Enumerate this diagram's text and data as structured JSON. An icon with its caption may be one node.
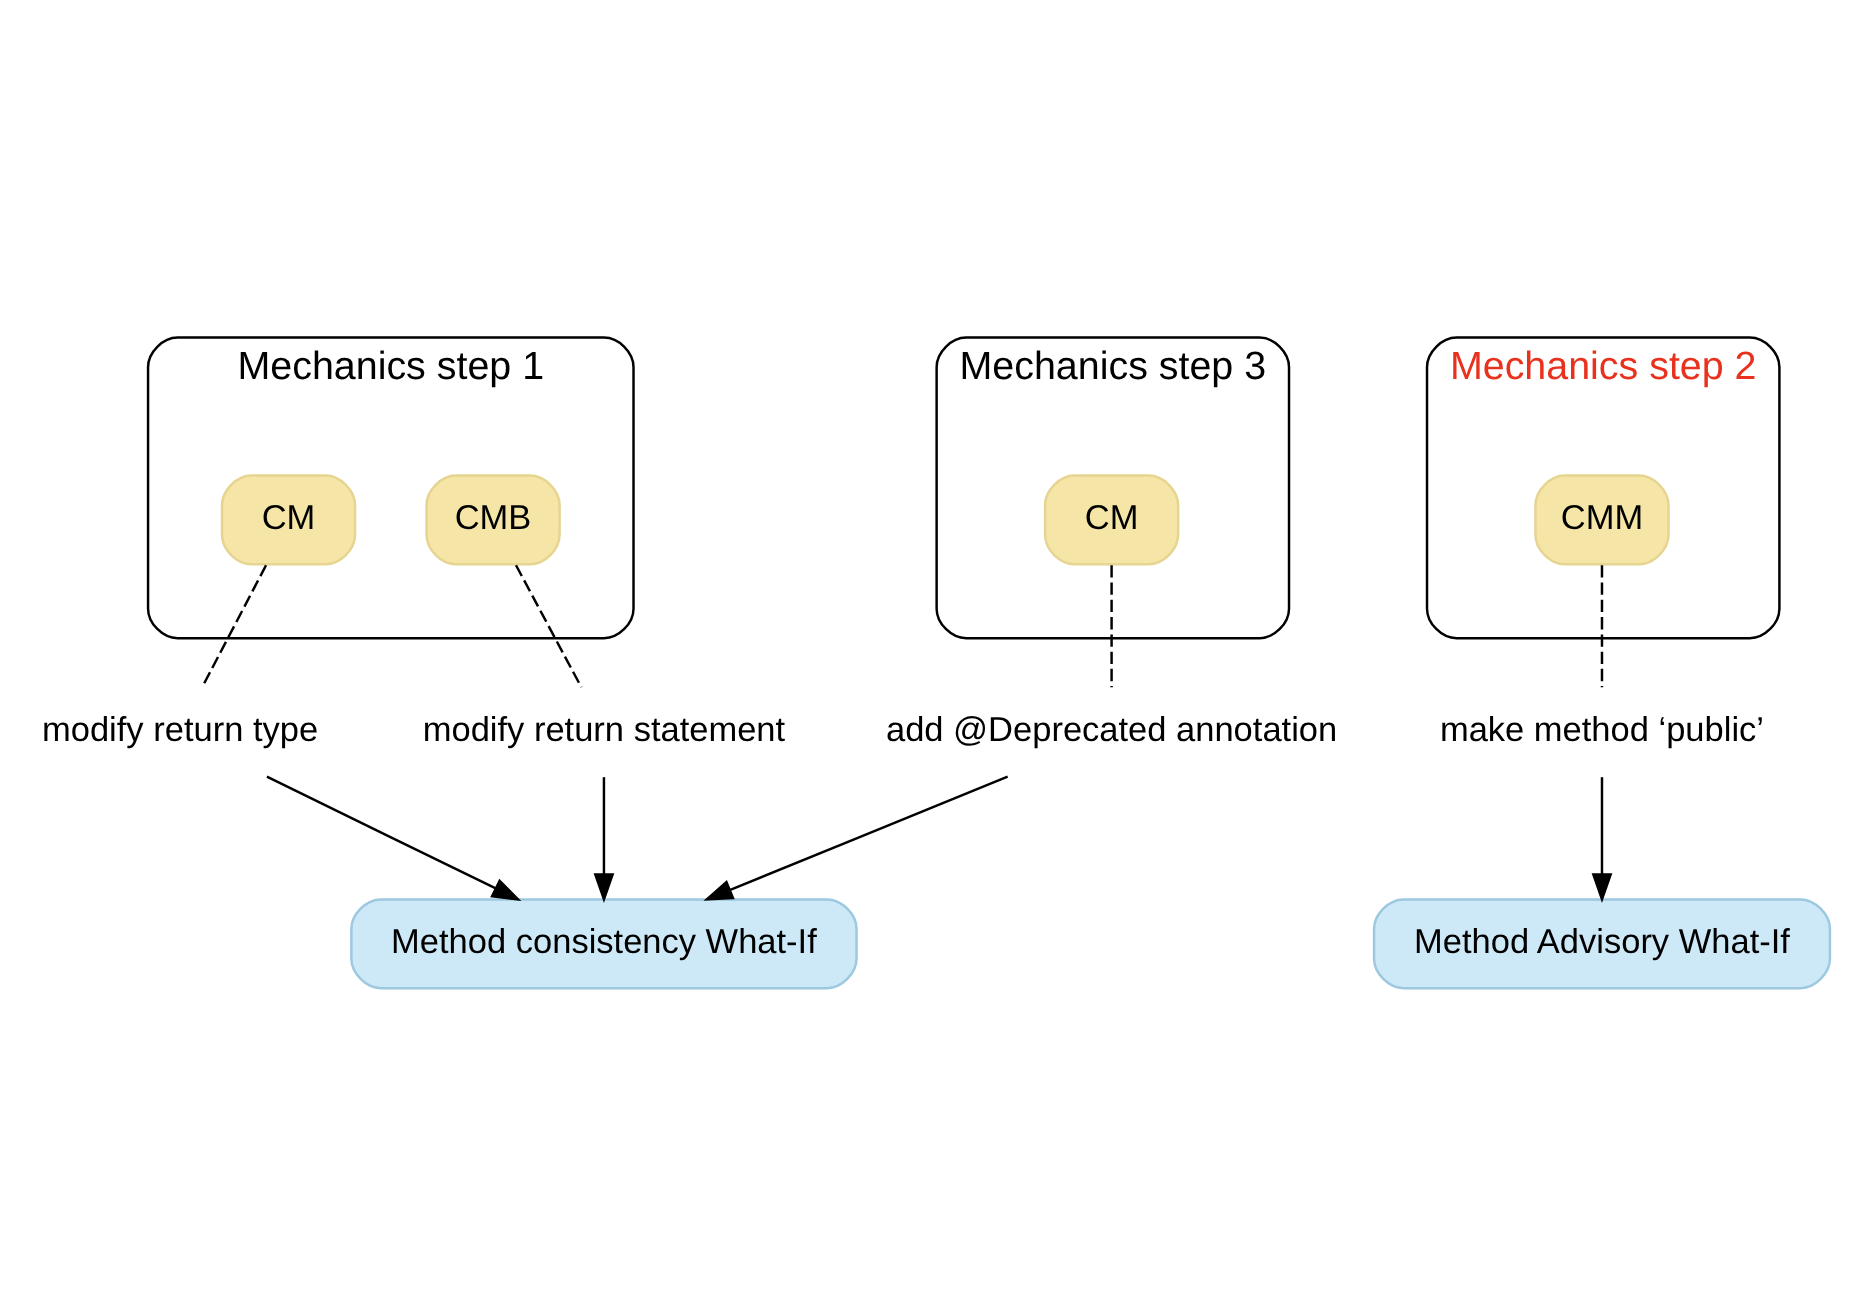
{
  "diagram": {
    "nodes": [
      {
        "text": [
          "Mechanics step 1"
        ]
      },
      {
        "text": [
          "CM"
        ],
        "in": 0
      },
      {
        "text": [
          "CMB"
        ],
        "in": 0
      },
      {
        "text": [
          "Mechanics step 2"
        ]
      },
      {
        "text": [
          "CMM"
        ],
        "in": 3
      },
      {
        "text": [
          "Mechanics step 3"
        ]
      },
      {
        "text": [
          "CM"
        ],
        "in": 5
      },
      {
        "text": [
          "modify return type"
        ]
      },
      {
        "text": [
          "modify return statement"
        ]
      },
      {
        "text": [
          "make method ‘public’"
        ]
      },
      {
        "text": [
          "add @Deprecated annotation"
        ]
      },
      {
        "text": [
          "Method consistency What-If"
        ]
      },
      {
        "text": [
          "Method Advisory What-If"
        ]
      }
    ],
    "edges": [
      {
        "from": 1,
        "to": 7,
        "arrow": "none",
        "style": "dashed"
      },
      {
        "from": 2,
        "to": 8,
        "arrow": "none",
        "style": "dashed"
      },
      {
        "from": 4,
        "to": 9,
        "arrow": "none",
        "style": "dashed"
      },
      {
        "from": 6,
        "to": 10,
        "arrow": "none",
        "style": "dashed"
      },
      {
        "from": 7,
        "to": 11,
        "arrow": "to"
      },
      {
        "from": 8,
        "to": 11,
        "arrow": "to"
      },
      {
        "from": 10,
        "to": 11,
        "arrow": "to"
      },
      {
        "from": 9,
        "to": 12,
        "arrow": "to"
      }
    ]
  }
}
